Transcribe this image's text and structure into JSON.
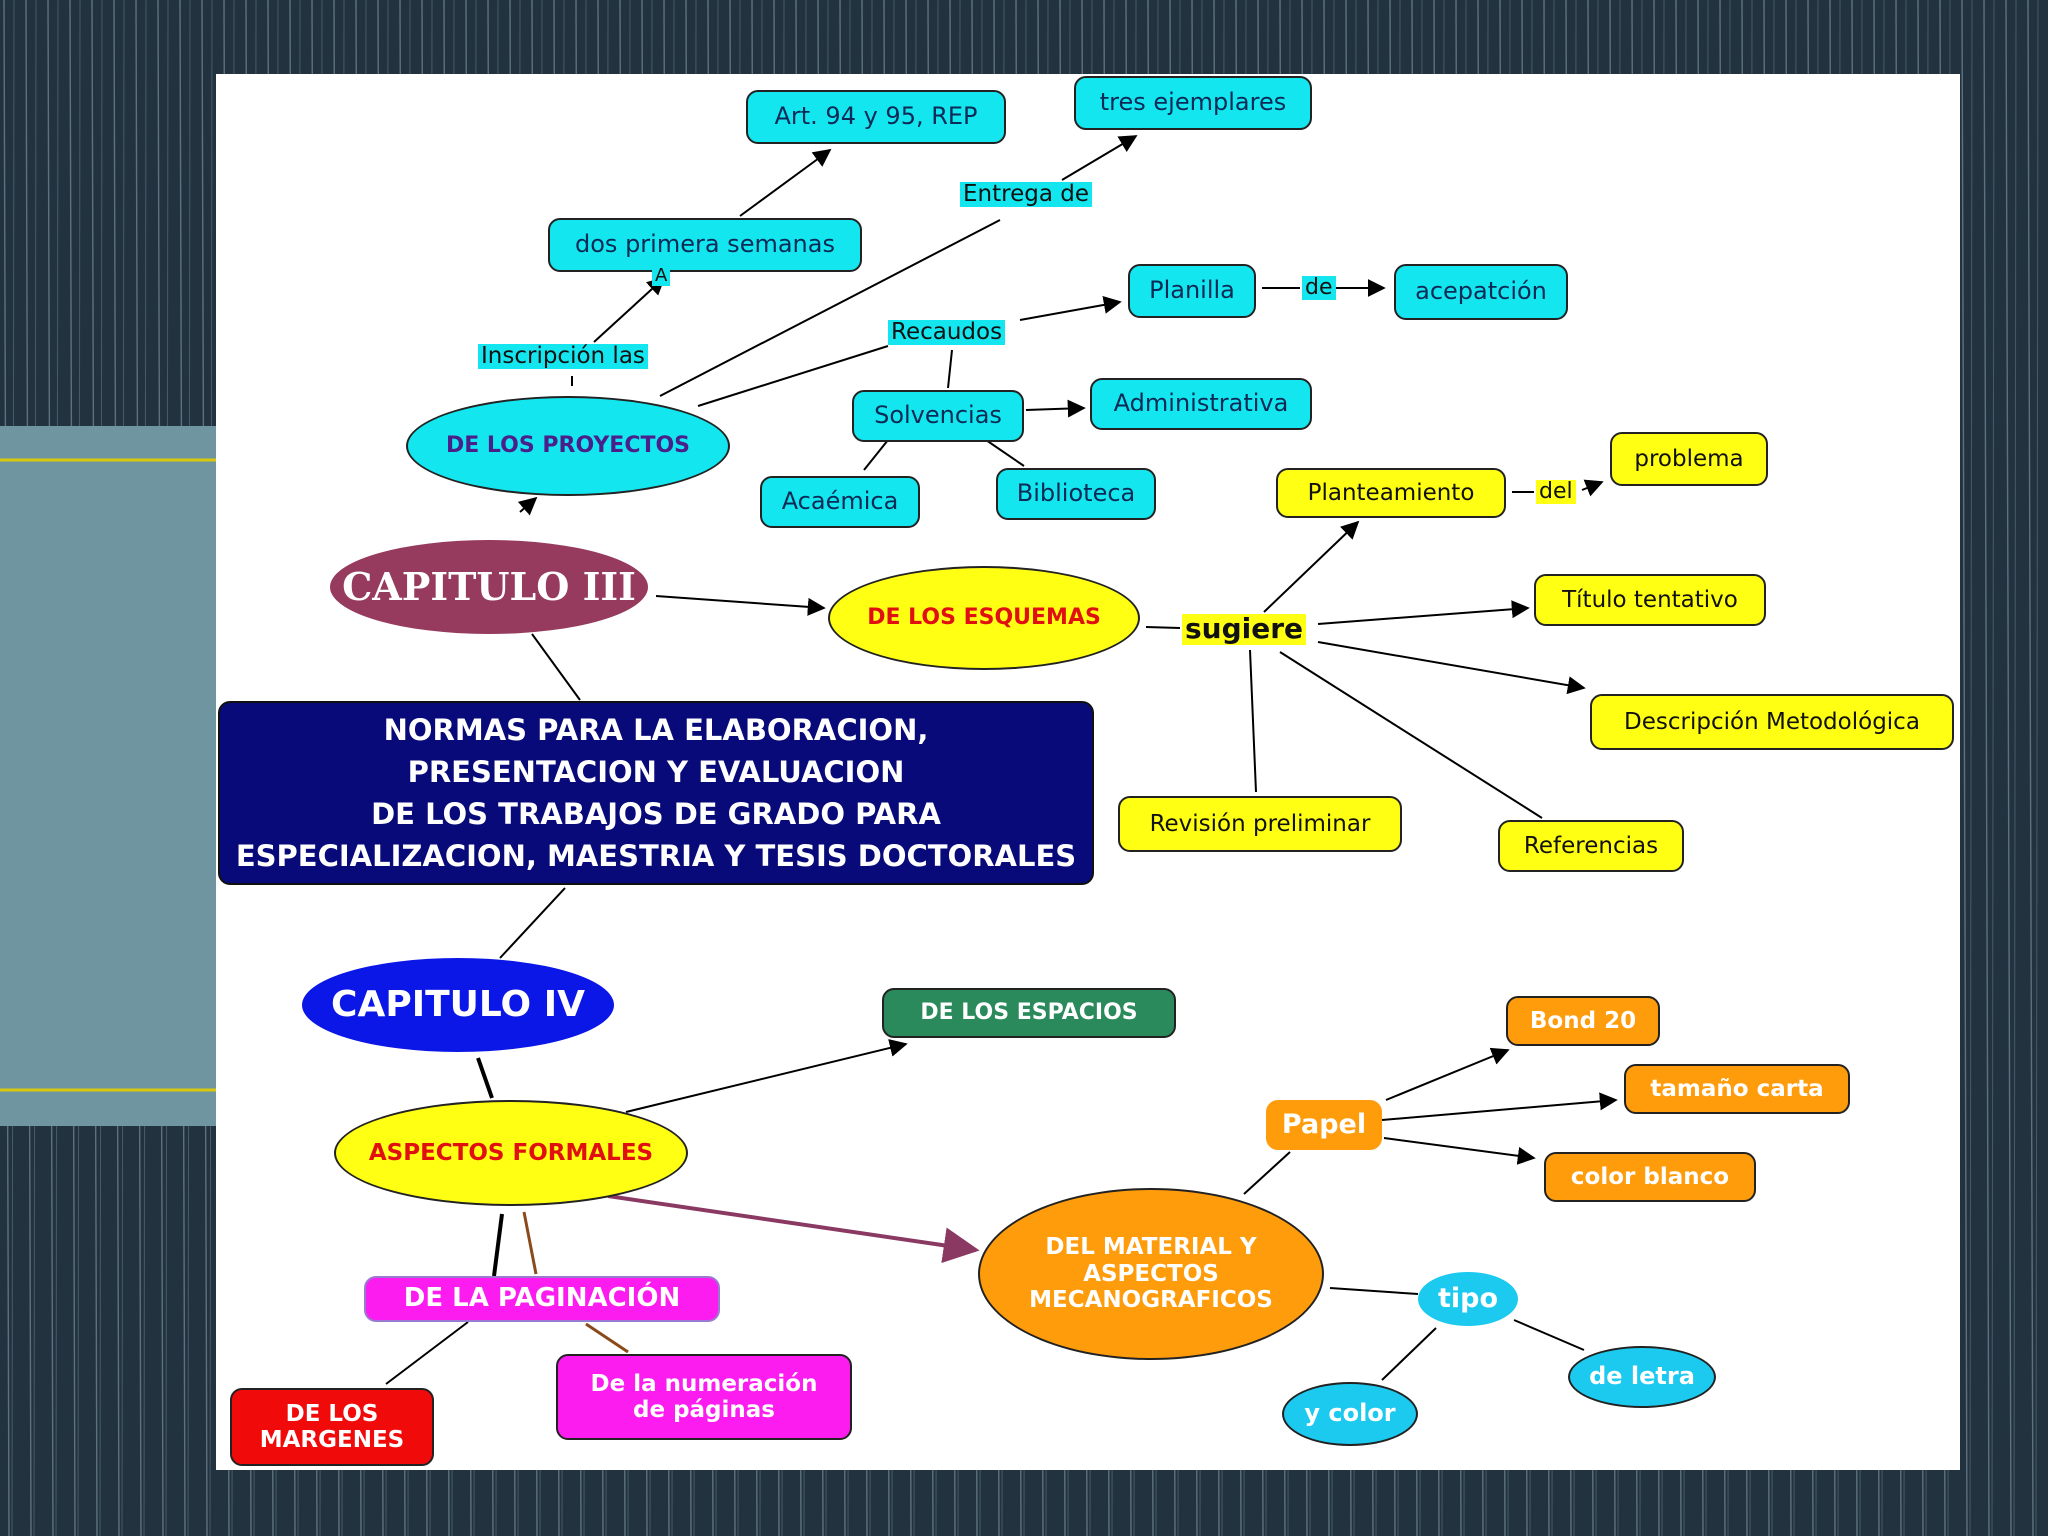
{
  "title_box": {
    "line1": "NORMAS PARA LA ELABORACION,",
    "line2": "PRESENTACION Y EVALUACION",
    "line3": "DE LOS TRABAJOS DE GRADO PARA",
    "line4": "ESPECIALIZACION, MAESTRIA Y TESIS DOCTORALES"
  },
  "chapter3": {
    "title": "CAPITULO III",
    "proyectos": "DE LOS PROYECTOS",
    "inscripcion": "Inscripción las",
    "dos_semanas": "dos primera semanas",
    "a_label": "A",
    "art": "Art. 94 y 95, REP",
    "entrega": "Entrega de",
    "tres": "tres ejemplares",
    "recaudos": "Recaudos",
    "planilla": "Planilla",
    "de": "de",
    "aceptacion": "acepatción",
    "solvencias": "Solvencias",
    "administrativa": "Administrativa",
    "academica": "Acaémica",
    "biblioteca": "Biblioteca",
    "esquemas": "DE LOS ESQUEMAS",
    "sugiere": "sugiere",
    "planteamiento": "Planteamiento",
    "del": "del",
    "problema": "problema",
    "titulo": "Título tentativo",
    "descripcion": "Descripción Metodológica",
    "revision": "Revisión preliminar",
    "referencias": "Referencias"
  },
  "chapter4": {
    "title": "CAPITULO IV",
    "aspectos": "ASPECTOS FORMALES",
    "espacios": "DE LOS ESPACIOS",
    "paginacion": "DE LA PAGINACIÓN",
    "margenes_1": "DE LOS",
    "margenes_2": "MARGENES",
    "numeracion_1": "De la numeración",
    "numeracion_2": "de páginas",
    "material_1": "DEL MATERIAL Y",
    "material_2": "ASPECTOS",
    "material_3": "MECANOGRAFICOS",
    "papel": "Papel",
    "bond": "Bond 20",
    "tamano": "tamaño carta",
    "color_blanco": "color blanco",
    "tipo": "tipo",
    "de_letra": "de letra",
    "y_color": "y color"
  },
  "colors": {
    "chapter3": "#963a5e",
    "chapter4": "#0b17e6",
    "title_box": "#070a78",
    "cyan": "#14e6ef",
    "yellow": "#ffff14",
    "orange": "#ff9c0c",
    "magenta": "#fc1cf0",
    "red": "#f00a0a",
    "green": "#2a8a5c"
  }
}
